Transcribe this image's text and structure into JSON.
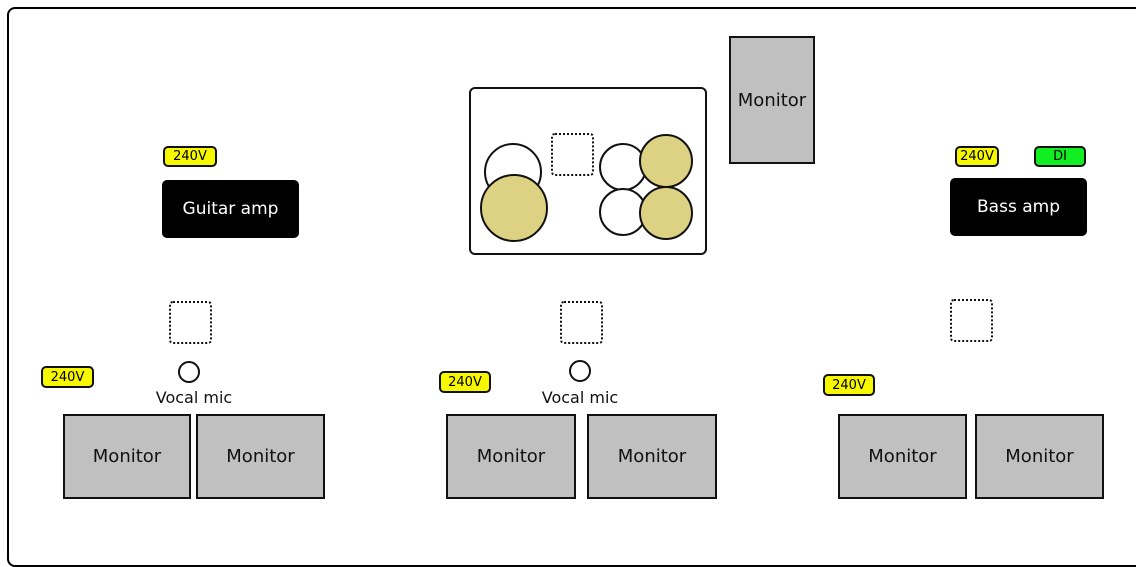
{
  "power_label": "240V",
  "di_label": "DI",
  "amps": {
    "guitar": "Guitar amp",
    "bass": "Bass amp"
  },
  "monitor_label": "Monitor",
  "vocal_mic_label": "Vocal mic",
  "colors": {
    "power_tag": "#f7f700",
    "di_tag": "#11ee22",
    "monitor": "#c0c0c0",
    "cymbal": "#ddd284",
    "amp": "#000000"
  }
}
